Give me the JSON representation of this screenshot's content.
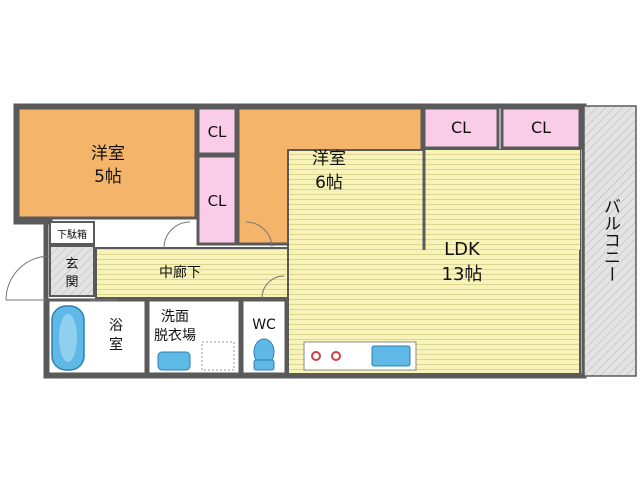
{
  "rooms": {
    "western_5": {
      "name": "洋室",
      "size": "5帖"
    },
    "western_6": {
      "name": "洋室",
      "size": "6帖"
    },
    "ldk": {
      "name": "LDK",
      "size": "13帖"
    },
    "closets": [
      "CL",
      "CL",
      "CL",
      "CL"
    ],
    "shoe_box": "下駄箱",
    "entrance": {
      "line1": "玄",
      "line2": "関"
    },
    "hallway": "中廊下",
    "bath": {
      "line1": "浴",
      "line2": "室"
    },
    "washroom": {
      "line1": "洗面",
      "line2": "脱衣場"
    },
    "wc": "WC",
    "balcony": "バルコニー"
  },
  "colors": {
    "western_room": "#f4b56a",
    "closet": "#f9cde8",
    "ldk_hall": "#f8f3b8",
    "bath_fixture": "#5fb9e6",
    "wall": "#5a5a5a",
    "balcony": "#d9d9d9"
  }
}
